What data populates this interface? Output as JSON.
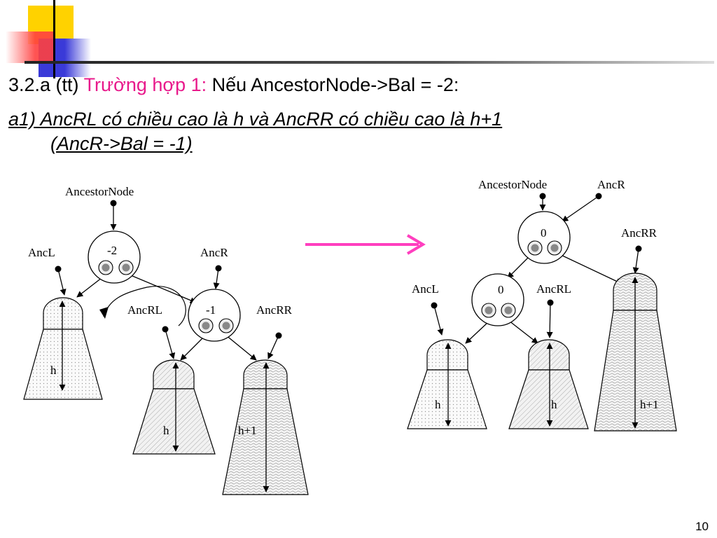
{
  "slide": {
    "heading_prefix": "3.2.a (tt)",
    "heading_case": "Trường hợp 1:",
    "heading_condition": "Nếu AncestorNode->Bal = -2:",
    "subheading_line1": "a1) AncRL có chiều cao là h và AncRR có chiều cao là h+1",
    "subheading_line2": "(AncR->Bal = -1)",
    "page_number": "10"
  },
  "colors": {
    "accent_pink": "#e8198b",
    "deco_yellow": "#ffd200",
    "deco_red": "#ff4040",
    "deco_blue": "#3a3ad8",
    "arrow": "#ff3fbf"
  },
  "before": {
    "ancestor_label": "AncestorNode",
    "ancestor_bal": "-2",
    "ancl_label": "AncL",
    "ancr_label": "AncR",
    "ancr_bal": "-1",
    "ancrl_label": "AncRL",
    "ancrr_label": "AncRR",
    "ancl_height": "h",
    "ancrl_height": "h",
    "ancrr_height": "h+1"
  },
  "after": {
    "ancestor_label": "AncestorNode",
    "ancr_label": "AncR",
    "root_bal": "0",
    "ancrr_label": "AncRR",
    "ancl_label": "AncL",
    "left_bal": "0",
    "ancrl_label": "AncRL",
    "ancl_height": "h",
    "ancrl_height": "h",
    "ancrr_height": "h+1"
  }
}
